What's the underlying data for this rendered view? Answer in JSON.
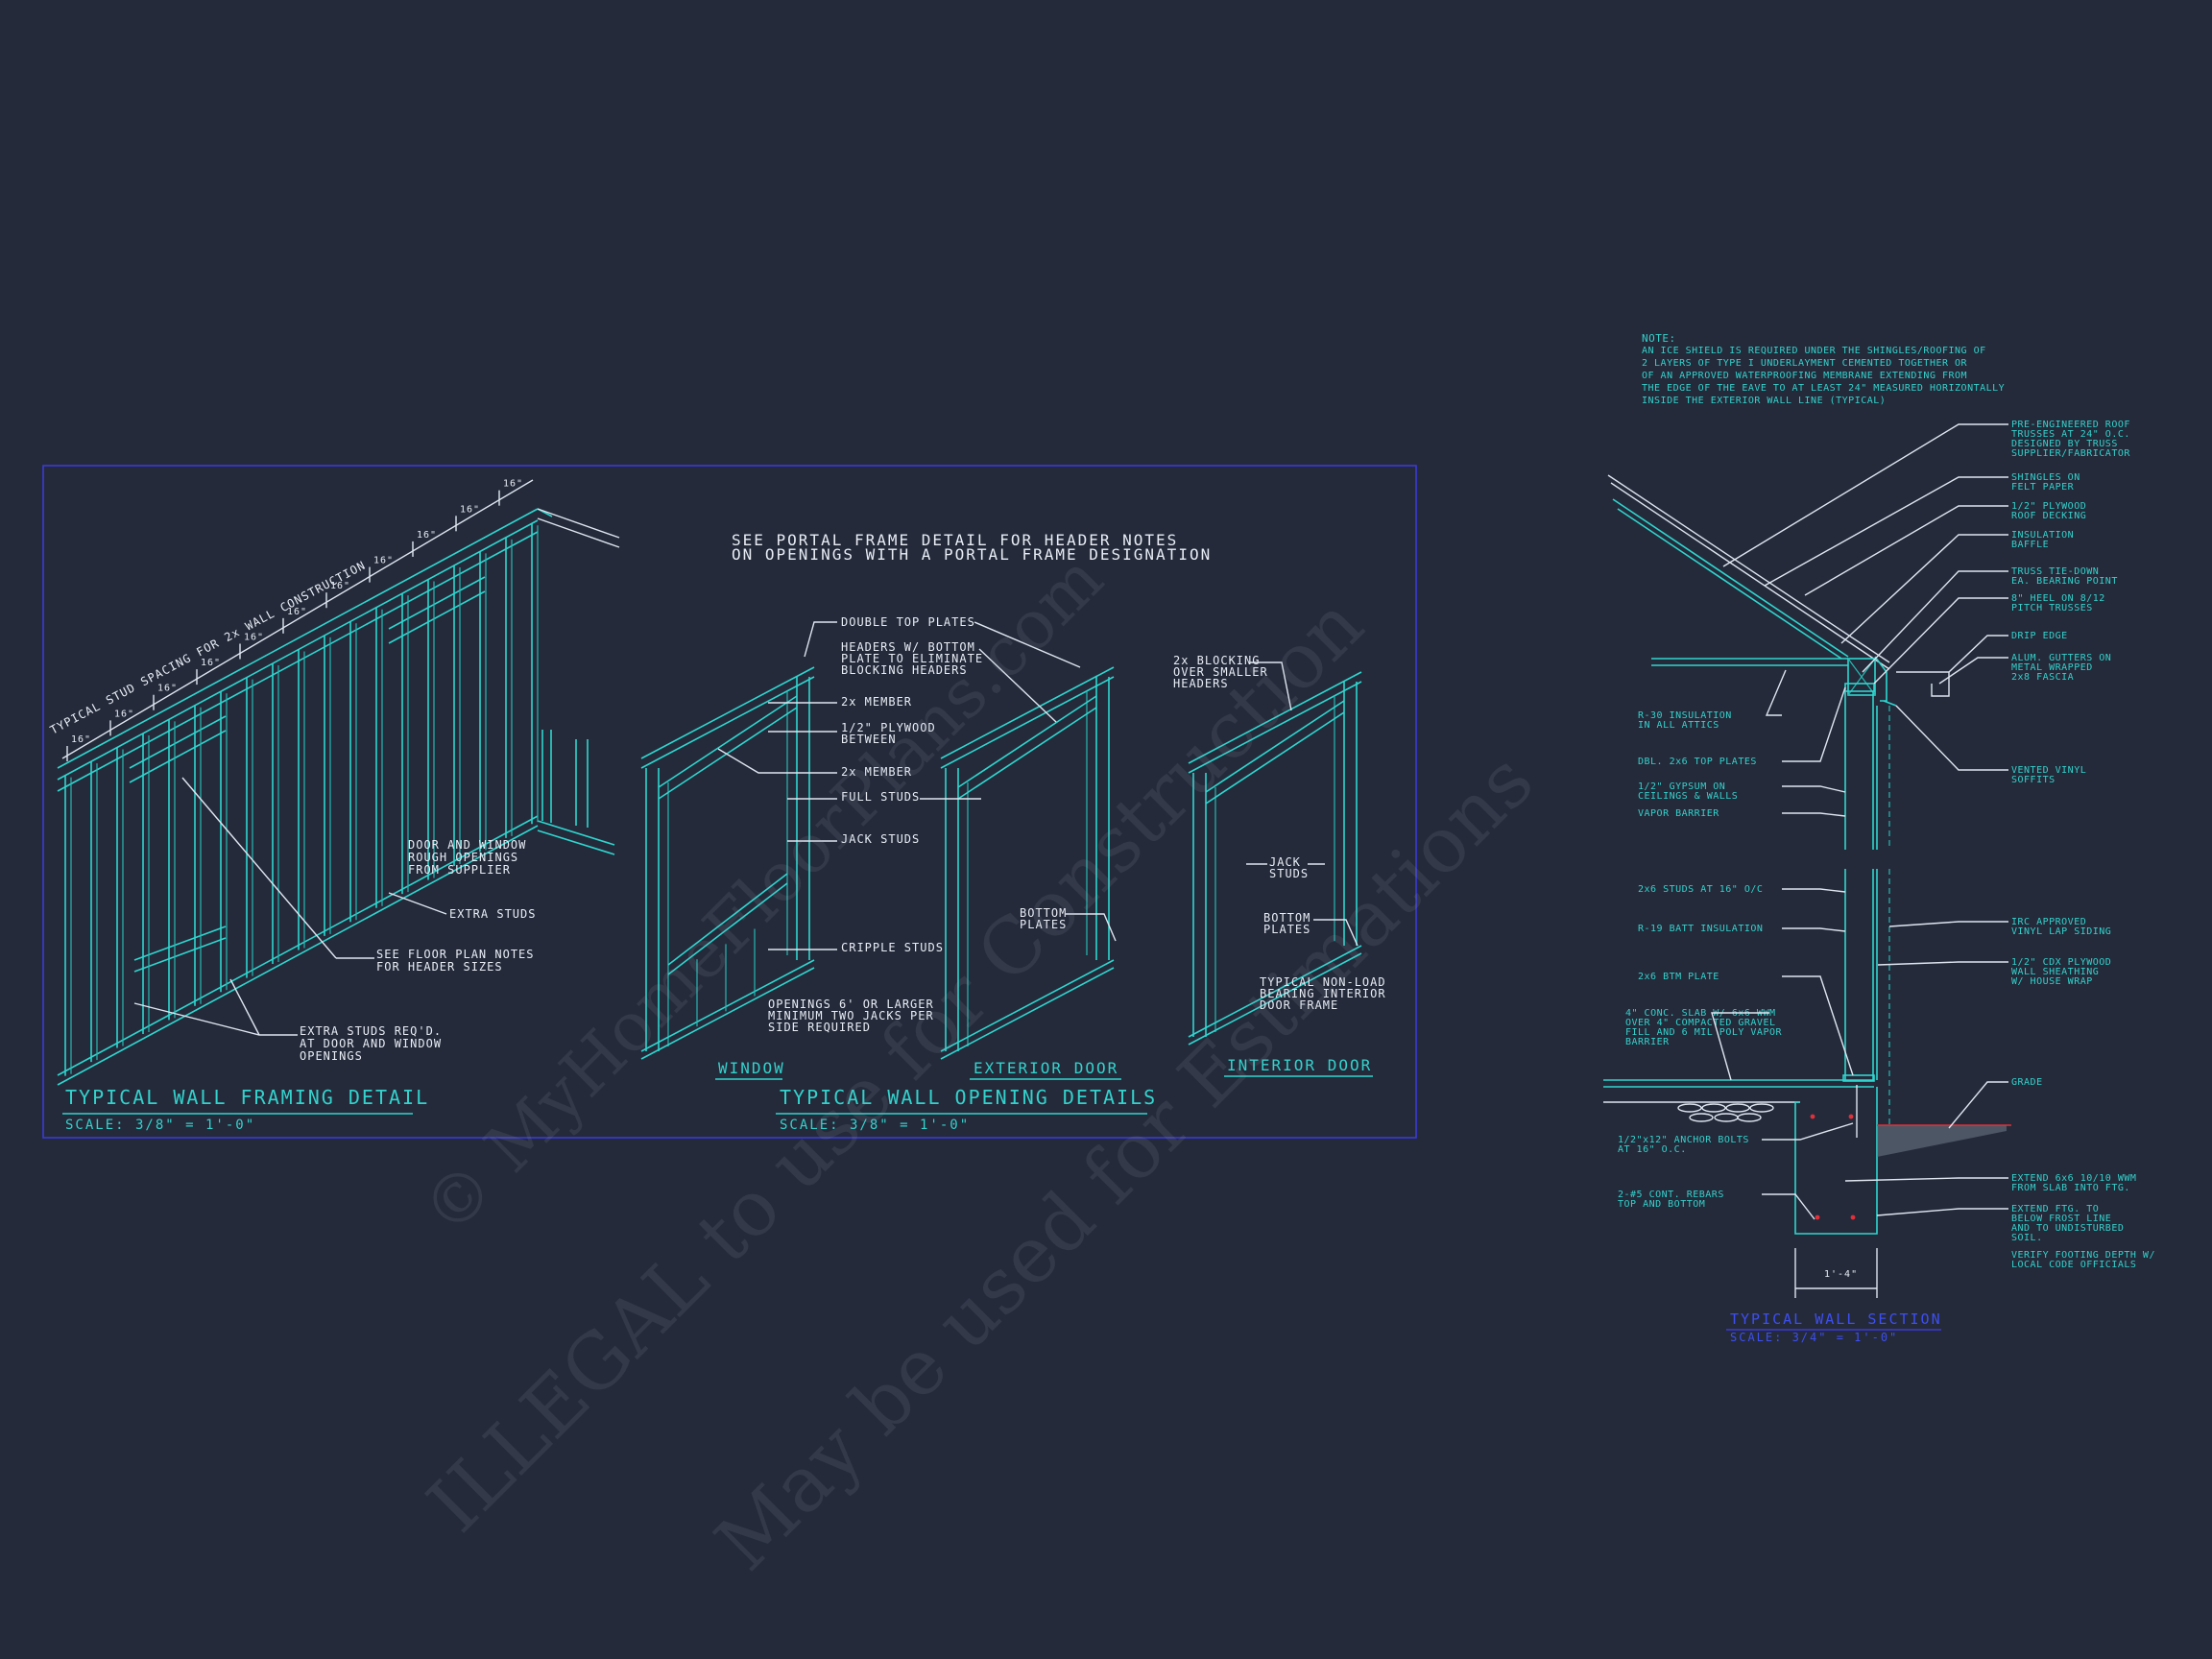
{
  "watermark": {
    "line1": "© MyHomeFloorPlans.com",
    "line2": "ILLEGAL to use for Construction",
    "line3": "May be used for Estimations"
  },
  "framing_detail": {
    "spacing_label": "TYPICAL STUD SPACING FOR 2x WALL CONSTRUCTION",
    "stud_spacing": "16\"",
    "notes": {
      "door_window": [
        "DOOR AND WINDOW",
        "ROUGH OPENINGS",
        "FROM SUPPLIER"
      ],
      "extra_studs": "EXTRA STUDS",
      "floor_plan": [
        "SEE FLOOR PLAN NOTES",
        "FOR HEADER SIZES"
      ],
      "extra_req": [
        "EXTRA STUDS REQ'D.",
        "AT DOOR AND WINDOW",
        "OPENINGS"
      ]
    },
    "title": "TYPICAL WALL FRAMING DETAIL",
    "scale": "SCALE: 3/8\" = 1'-0\""
  },
  "opening_details": {
    "portal_note": [
      "SEE PORTAL FRAME DETAIL FOR HEADER NOTES",
      "ON OPENINGS WITH A PORTAL FRAME DESIGNATION"
    ],
    "labels": {
      "double_top": "DOUBLE TOP PLATES",
      "headers": [
        "HEADERS W/ BOTTOM",
        "PLATE TO ELIMINATE",
        "BLOCKING HEADERS"
      ],
      "member1": "2x MEMBER",
      "plywood": [
        "1/2\" PLYWOOD",
        "BETWEEN"
      ],
      "member2": "2x MEMBER",
      "full_studs": "FULL STUDS",
      "jack_studs": "JACK STUDS",
      "cripple": "CRIPPLE STUDS",
      "openings": [
        "OPENINGS 6' OR LARGER",
        "MINIMUM TWO JACKS PER",
        "SIDE REQUIRED"
      ],
      "bottom_plates": [
        "BOTTOM",
        "PLATES"
      ],
      "blocking": [
        "2x BLOCKING",
        "OVER SMALLER",
        "HEADERS"
      ],
      "jack_studs2": [
        "JACK",
        "STUDS"
      ],
      "bottom_plates2": [
        "BOTTOM",
        "PLATES"
      ],
      "non_load": [
        "TYPICAL NON-LOAD",
        "BEARING INTERIOR",
        "DOOR FRAME"
      ]
    },
    "captions": {
      "window": "WINDOW",
      "exterior": "EXTERIOR DOOR",
      "interior": "INTERIOR DOOR"
    },
    "title": "TYPICAL WALL OPENING DETAILS",
    "scale": "SCALE: 3/8\" = 1'-0\""
  },
  "wall_section": {
    "note_head": "NOTE:",
    "note_lines": [
      "AN ICE SHIELD IS REQUIRED UNDER THE SHINGLES/ROOFING OF",
      "2 LAYERS OF TYPE I UNDERLAYMENT CEMENTED TOGETHER OR",
      "OF AN APPROVED WATERPROOFING MEMBRANE EXTENDING FROM",
      "THE EDGE OF THE EAVE TO AT LEAST 24\" MEASURED HORIZONTALLY",
      "INSIDE THE EXTERIOR WALL LINE (TYPICAL)"
    ],
    "right_labels": [
      [
        "PRE-ENGINEERED ROOF",
        "TRUSSES AT 24\" O.C.",
        "DESIGNED BY TRUSS",
        "SUPPLIER/FABRICATOR"
      ],
      [
        "SHINGLES ON",
        "FELT PAPER"
      ],
      [
        "1/2\" PLYWOOD",
        "ROOF DECKING"
      ],
      [
        "INSULATION",
        "BAFFLE"
      ],
      [
        "TRUSS TIE-DOWN",
        "EA. BEARING POINT"
      ],
      [
        "8\" HEEL ON 8/12",
        "PITCH TRUSSES"
      ],
      [
        "DRIP EDGE"
      ],
      [
        "ALUM. GUTTERS ON",
        "METAL WRAPPED",
        "2x8 FASCIA"
      ],
      [
        "VENTED VINYL",
        "SOFFITS"
      ],
      [
        "IRC APPROVED",
        "VINYL LAP SIDING"
      ],
      [
        "1/2\" CDX PLYWOOD",
        "WALL SHEATHING",
        "W/ HOUSE WRAP"
      ],
      [
        "GRADE"
      ],
      [
        "EXTEND 6x6 10/10 WWM",
        "FROM SLAB INTO FTG."
      ],
      [
        "EXTEND FTG. TO",
        "BELOW FROST LINE",
        "AND TO UNDISTURBED",
        "SOIL."
      ],
      [
        "VERIFY FOOTING DEPTH W/",
        "LOCAL CODE OFFICIALS"
      ]
    ],
    "left_labels": [
      [
        "R-30 INSULATION",
        "IN ALL ATTICS"
      ],
      [
        "DBL. 2x6 TOP PLATES"
      ],
      [
        "1/2\" GYPSUM ON",
        "CEILINGS & WALLS"
      ],
      [
        "VAPOR BARRIER"
      ],
      [
        "2x6 STUDS AT 16\" O/C"
      ],
      [
        "R-19 BATT INSULATION"
      ],
      [
        "2x6 BTM PLATE"
      ],
      [
        "4\" CONC. SLAB W/ 6x6 WWM",
        "OVER 4\" COMPACTED GRAVEL",
        "FILL AND 6 MIL POLY VAPOR",
        "BARRIER"
      ],
      [
        "1/2\"x12\" ANCHOR BOLTS",
        "AT 16\" O.C."
      ],
      [
        "2-#5 CONT. REBARS",
        "TOP AND BOTTOM"
      ]
    ],
    "footing_dim": "1'-4\"",
    "title": "TYPICAL WALL SECTION",
    "scale": "SCALE: 3/4\" = 1'-0\""
  },
  "colors": {
    "background": "#242a3a",
    "cyan": "#2ed6cf",
    "white": "#e8edf5",
    "blue": "#3a3ad8",
    "red": "#e0303a"
  }
}
